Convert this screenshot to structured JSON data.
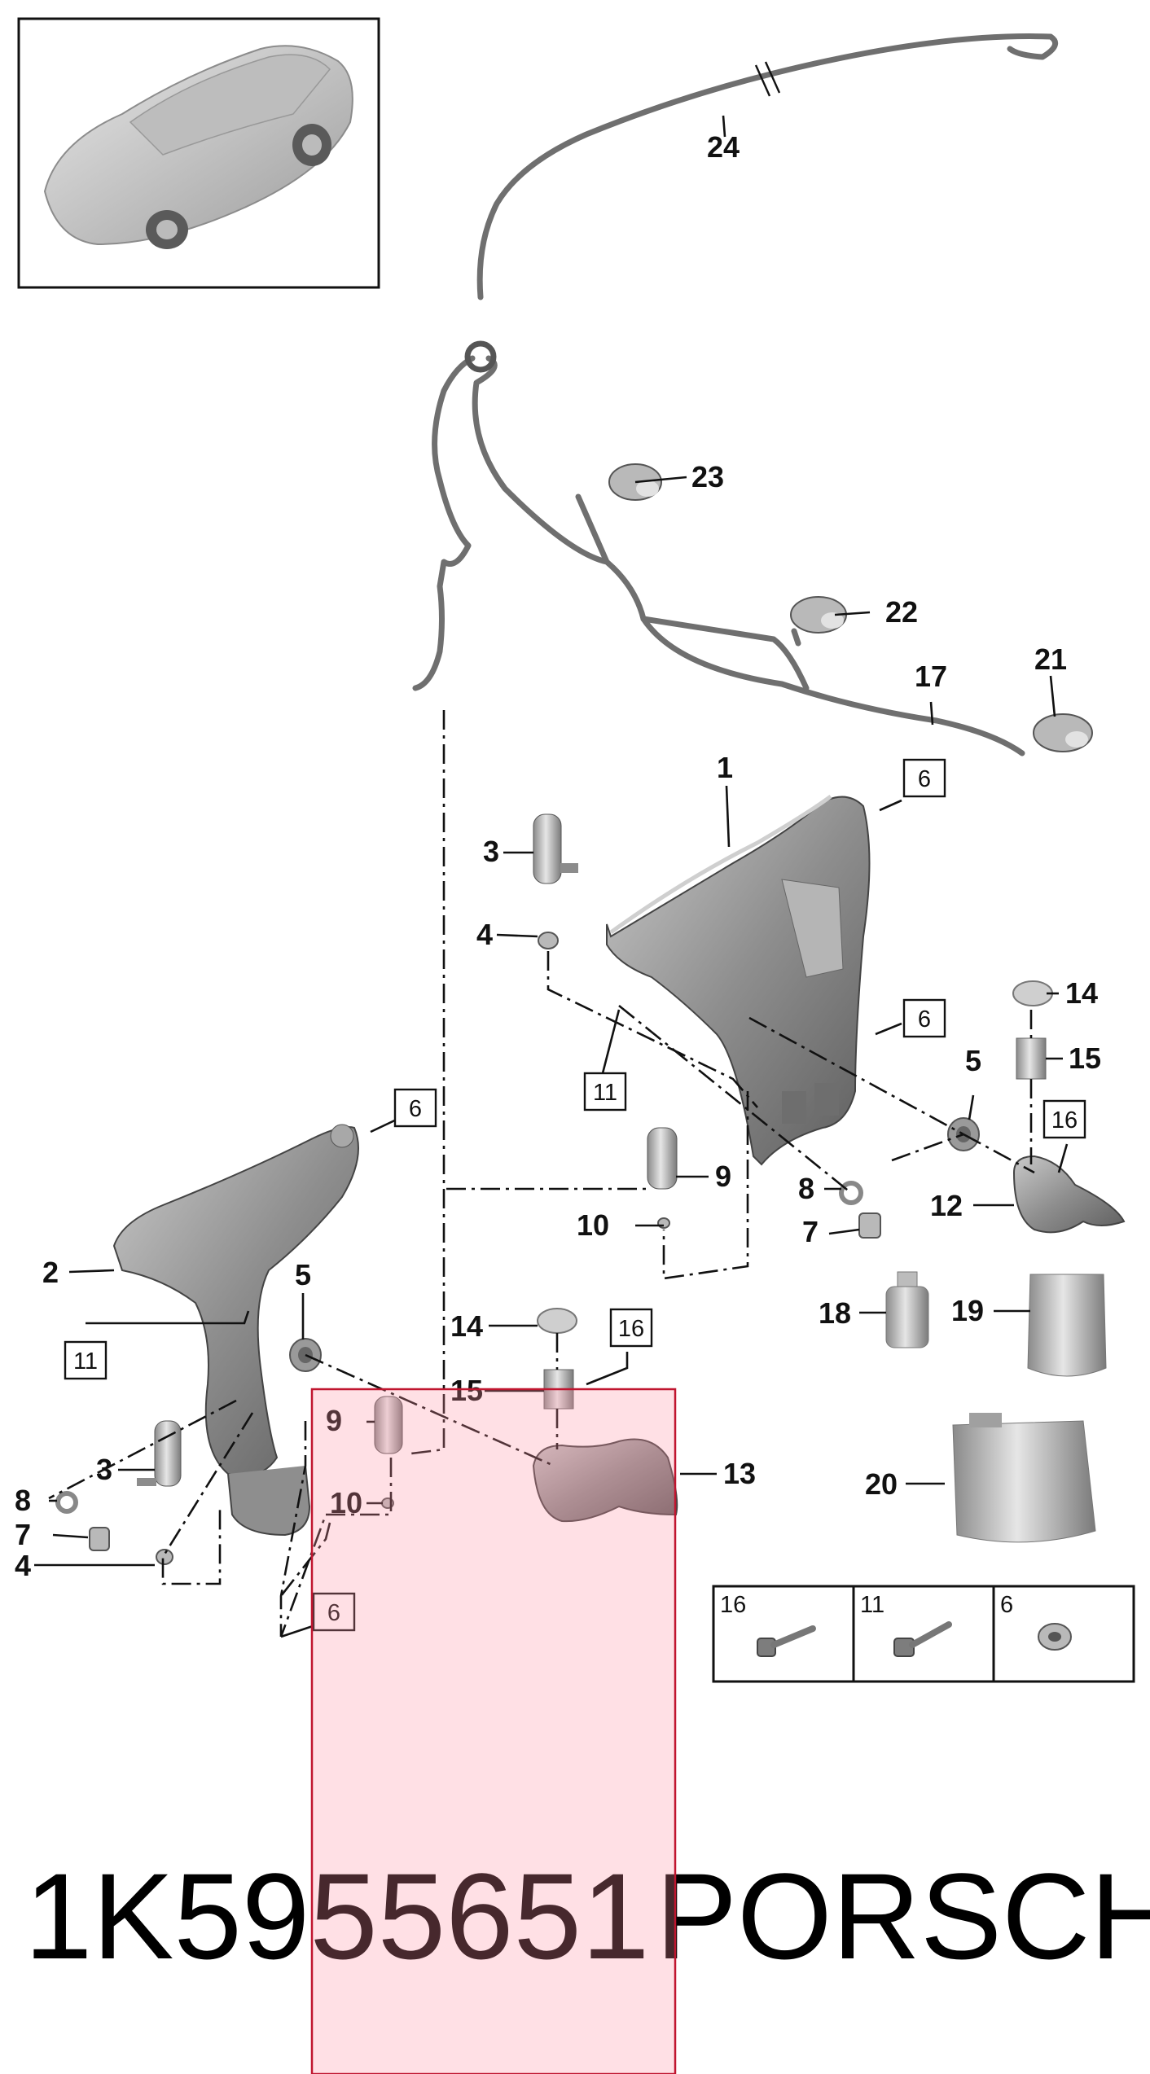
{
  "callouts": [
    "1",
    "2",
    "3",
    "4",
    "5",
    "7",
    "8",
    "9",
    "10",
    "12",
    "13",
    "14",
    "15",
    "17",
    "18",
    "19",
    "20",
    "21",
    "22",
    "23",
    "24"
  ],
  "boxed_callouts": [
    "6",
    "11",
    "16"
  ],
  "legend": {
    "cells": [
      "16",
      "11",
      "6"
    ]
  },
  "caption": {
    "part_number": "1K5955651",
    "brand": "PORSCHE"
  }
}
